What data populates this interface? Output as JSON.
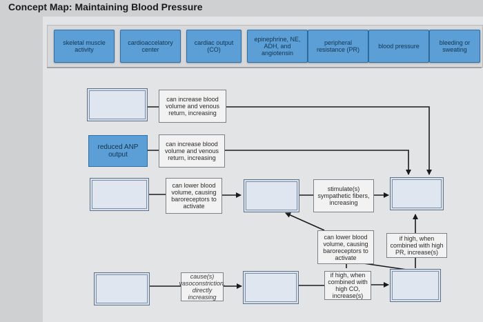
{
  "title": "Concept Map: Maintaining Blood Pressure",
  "bank": [
    "skeletal muscle activity",
    "cardioaccelatory center",
    "cardiac output (CO)",
    "epinephrine, NE, ADH, and angiotensin",
    "peripheral resistance (PR)",
    "blood pressure",
    "bleeding or sweating"
  ],
  "filled_box": "reduced ANP output",
  "labels": {
    "l1": "can increase blood volume and venous return, increasing",
    "l2": "can increase blood volume and venous return, increasing",
    "l3": "can lower blood volume, causing baroreceptors to activate",
    "l4": "stimulate(s) sympathetic fibers, increasing",
    "l5": "can lower blood volume, causing baroreceptors to activate",
    "l6": "if high, when combined with high PR, increase(s)",
    "l7": "cause(s) vasoconstriction, directly increasing",
    "l8": "if high, when combined with high CO, increase(s)"
  },
  "colors": {
    "chip": "#5b9fd6",
    "chip_border": "#2f6ea5",
    "drop_zone": "#d8e2ee",
    "line": "#1a1a1a"
  }
}
